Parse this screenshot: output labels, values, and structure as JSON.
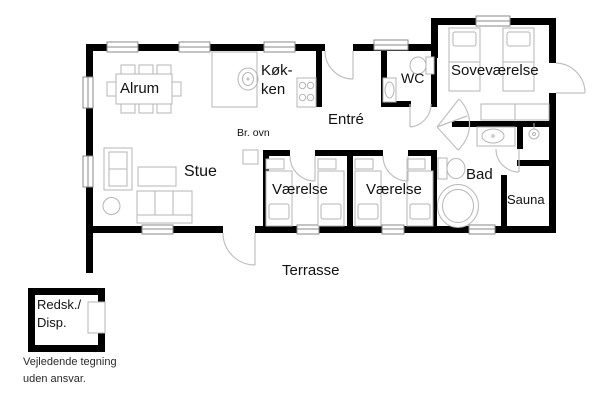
{
  "drawing": {
    "rooms": {
      "alrum": "Alrum",
      "koekken_line1": "Køk-",
      "koekken_line2": "ken",
      "entre": "Entré",
      "wc": "WC",
      "sovevaerelse": "Soveværelse",
      "stue": "Stue",
      "vaerelse_1": "Værelse",
      "vaerelse_2": "Værelse",
      "bad": "Bad",
      "sauna": "Sauna",
      "terrasse": "Terrasse"
    },
    "annotations": {
      "br_ovn": "Br. ovn",
      "shed_line1": "Redsk./",
      "shed_line2": "Disp.",
      "disclaimer_line1": "Vejledende tegning",
      "disclaimer_line2": "uden ansvar."
    },
    "colors": {
      "wall": "#000000",
      "furniture_outline": "#b5b5b5",
      "door_arc": "#c0c0c0",
      "window_frame": "#8a8a8a",
      "label_text": "#111111",
      "background": "#ffffff"
    }
  }
}
